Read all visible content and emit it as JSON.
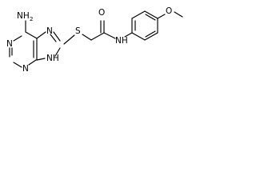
{
  "molecule": {
    "atoms": {
      "amine": "NH",
      "amine_subscript": "2",
      "purine_n1": "N",
      "purine_n3": "N",
      "purine_n7": "N",
      "purine_n9": "NH",
      "sulfur": "S",
      "carbonyl_oxygen": "O",
      "amide_nitrogen": "NH",
      "ether_oxygen": "O"
    }
  }
}
